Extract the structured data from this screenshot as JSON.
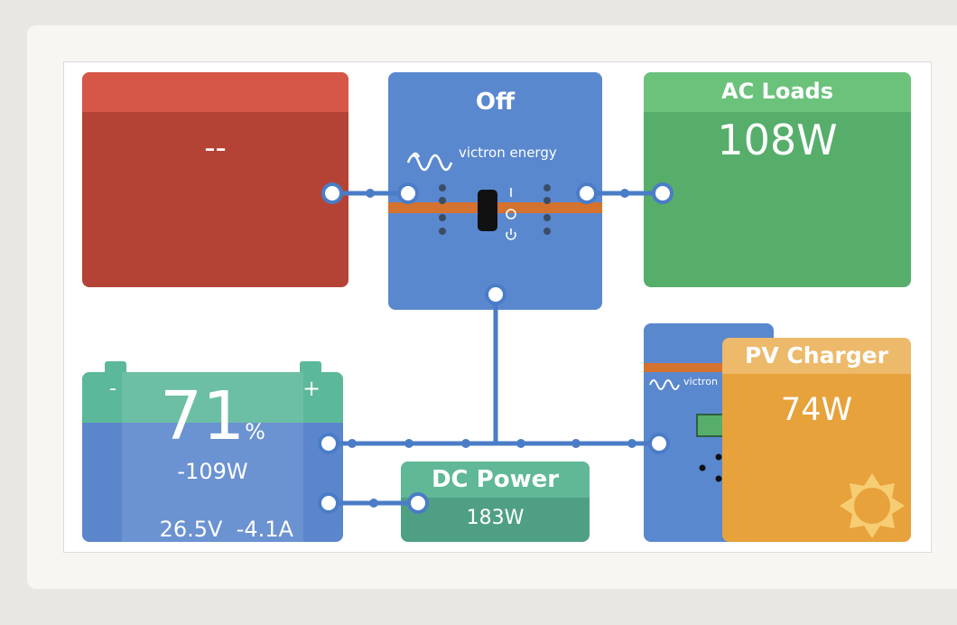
{
  "grid": {
    "value": "--"
  },
  "inverter": {
    "state": "Off",
    "brand": "victron energy"
  },
  "ac_loads": {
    "title": "AC Loads",
    "value": "108W"
  },
  "battery": {
    "soc": "71",
    "soc_unit": "%",
    "power": "-109W",
    "voltage": "26.5V",
    "current": "-4.1A",
    "minus_label": "-",
    "plus_label": "+"
  },
  "dc_power": {
    "title": "DC Power",
    "value": "183W"
  },
  "mppt": {
    "brand": "victron"
  },
  "pv_charger": {
    "title": "PV Charger",
    "value": "74W"
  },
  "colors": {
    "grid": "#b54335",
    "inverter": "#5a88cf",
    "ac_loads": "#56ae6a",
    "battery_header": "#5cb89a",
    "pv_charger": "#e7a23c",
    "accent_stripe": "#d4722f"
  }
}
